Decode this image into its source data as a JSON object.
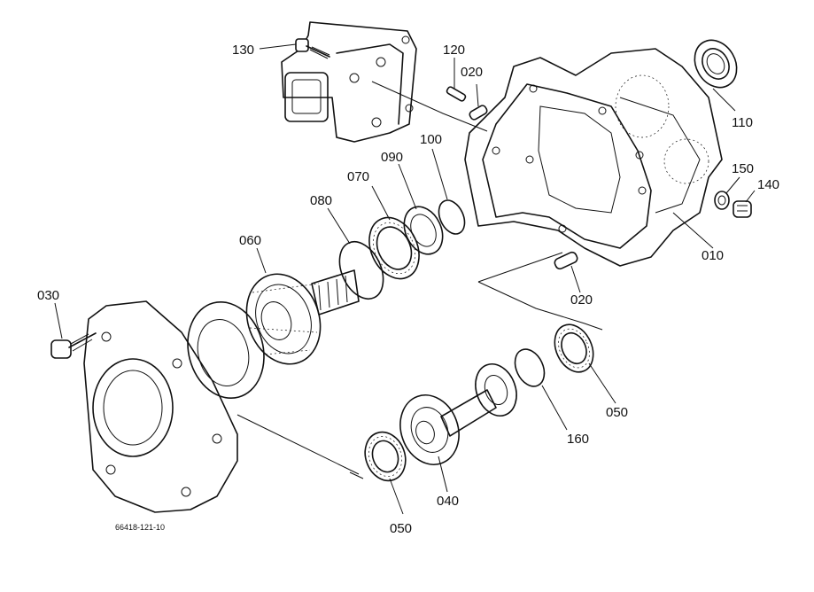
{
  "parts": {
    "p010": "010",
    "p020_top": "020",
    "p020_bottom": "020",
    "p030": "030",
    "p040": "040",
    "p050_right": "050",
    "p050_bottom": "050",
    "p060": "060",
    "p070": "070",
    "p080": "080",
    "p090": "090",
    "p100": "100",
    "p110": "110",
    "p120": "120",
    "p130": "130",
    "p140": "140",
    "p150": "150",
    "p160": "160"
  },
  "drawing_code": "66418-121-10"
}
